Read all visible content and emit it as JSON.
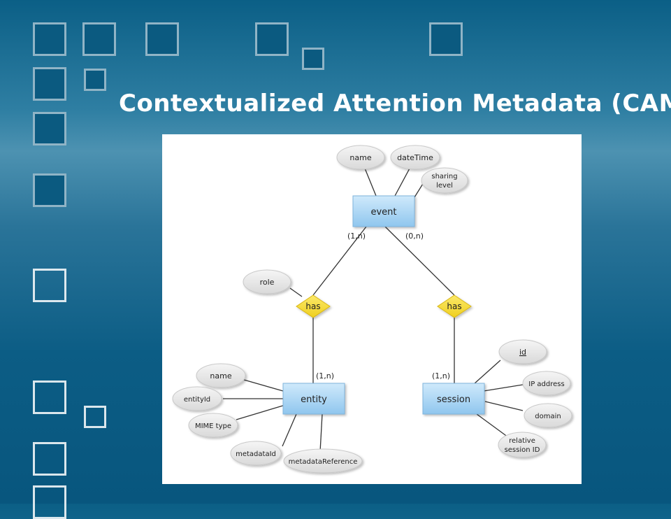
{
  "slide": {
    "title": "Contextualized Attention Metadata (CAM)"
  },
  "colors": {
    "entity_fill": "#9fd0f2",
    "relationship_fill": "#f3dc3c",
    "attribute_fill": "#e6e6e6",
    "background": "#0b5f86"
  },
  "diagram": {
    "entities": {
      "event": "event",
      "entity": "entity",
      "session": "session"
    },
    "relationships": {
      "left": "has",
      "right": "has"
    },
    "attributes": {
      "event_name": "name",
      "event_datetime": "dateTime",
      "event_sharing_1": "sharing",
      "event_sharing_2": "level",
      "role": "role",
      "entity_name": "name",
      "entity_id": "entityId",
      "entity_mime": "MIME type",
      "entity_metadataid": "metadataId",
      "entity_metadataref": "metadataReference",
      "session_id": "id",
      "session_ip": "IP address",
      "session_domain": "domain",
      "session_rel_1": "relative",
      "session_rel_2": "session ID"
    },
    "cardinalities": {
      "event_left": "(1,n)",
      "event_right": "(0,n)",
      "entity_top": "(1,n)",
      "session_top": "(1,n)"
    }
  }
}
